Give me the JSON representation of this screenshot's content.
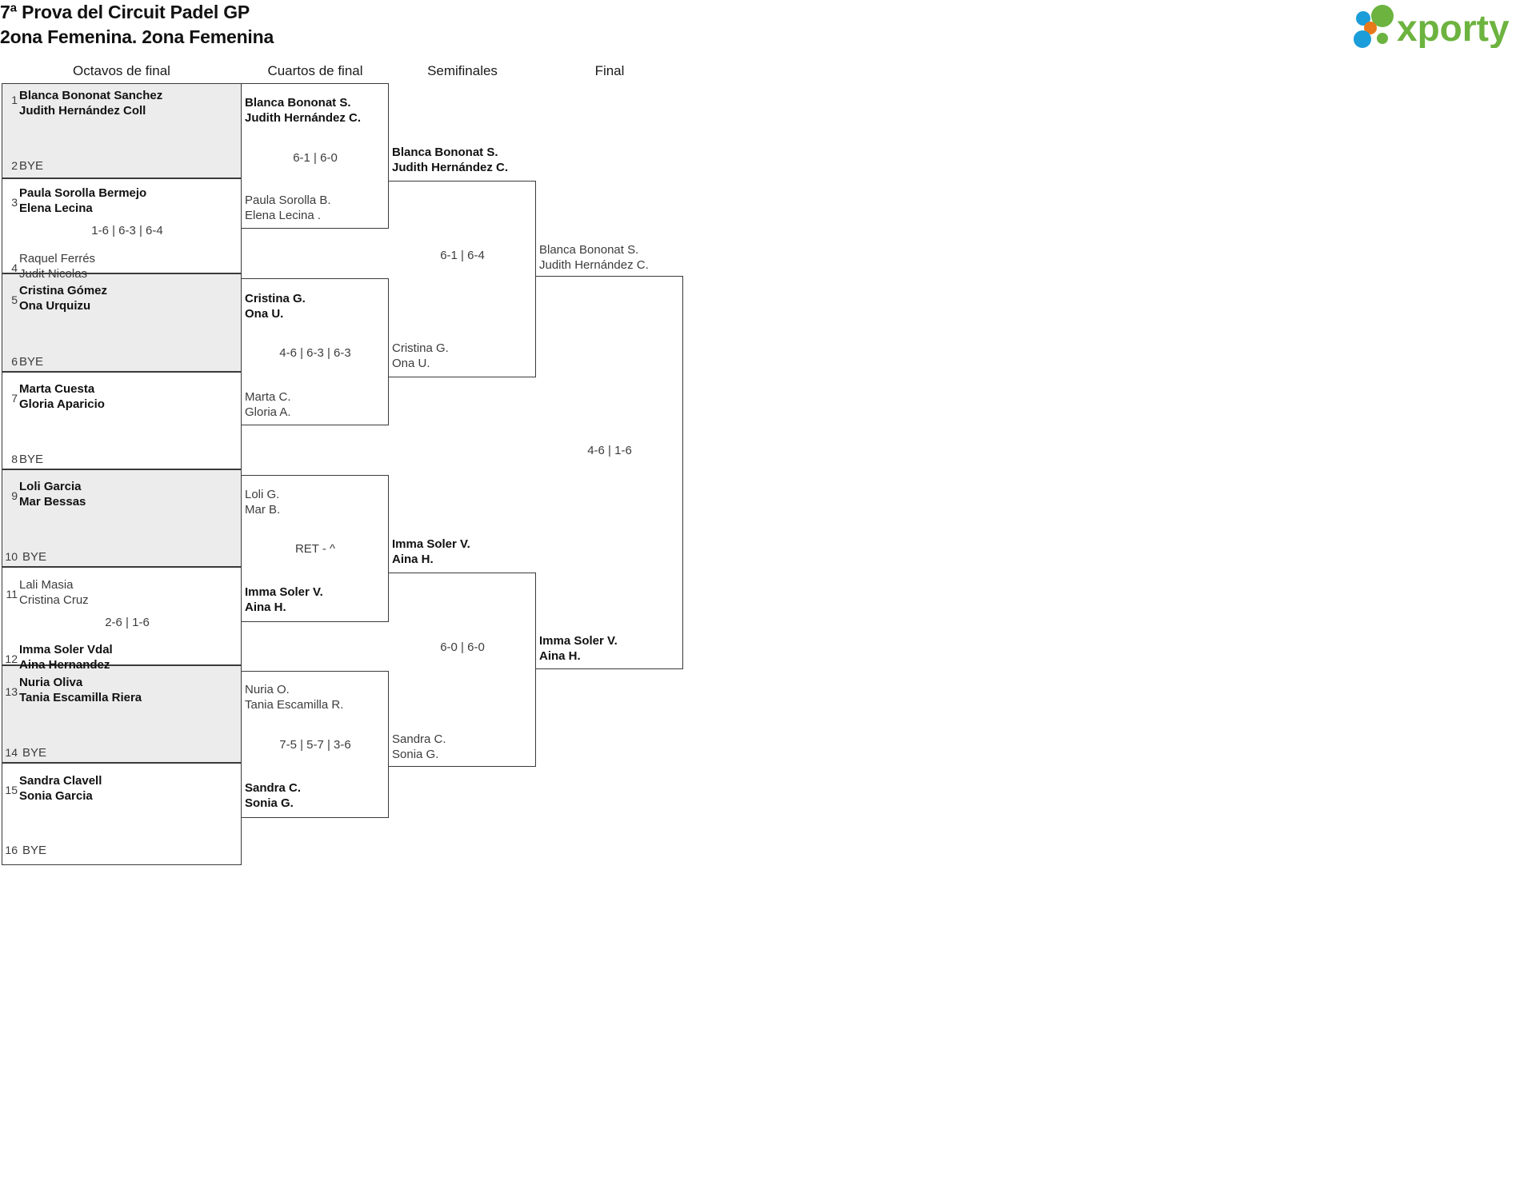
{
  "header": {
    "title_line1": "7ª Prova del Circuit Padel GP",
    "title_line2": "2ona Femenina. 2ona Femenina",
    "logo_text": "xporty",
    "logo_colors": {
      "green": "#6cb33f",
      "blue": "#1b9dd9",
      "orange": "#e8791a"
    }
  },
  "rounds": [
    {
      "label": "Octavos de final"
    },
    {
      "label": "Cuartos de final"
    },
    {
      "label": "Semifinales"
    },
    {
      "label": "Final"
    }
  ],
  "r1": {
    "s1": "1",
    "t1a": "Blanca Bononat Sanchez",
    "t1b": "Judith Hernández Coll",
    "s2": "2",
    "t2": "BYE",
    "s3": "3",
    "t3a": "Paula Sorolla Bermejo",
    "t3b": "Elena Lecina",
    "m34": "1-6 | 6-3 | 6-4",
    "s4": "4",
    "t4a": "Raquel Ferrés",
    "t4b": "Judit Nicolas",
    "s5": "5",
    "t5a": "Cristina Gómez",
    "t5b": "Ona Urquizu",
    "s6": "6",
    "t6": "BYE",
    "s7": "7",
    "t7a": "Marta Cuesta",
    "t7b": "Gloria Aparicio",
    "s8": "8",
    "t8": "BYE",
    "s9": "9",
    "t9a": "Loli Garcia",
    "t9b": "Mar Bessas",
    "s10": "10",
    "t10": "BYE",
    "s11": "11",
    "t11a": "Lali Masia",
    "t11b": "Cristina Cruz",
    "m1112": "2-6 | 1-6",
    "s12": "12",
    "t12a": "Imma Soler Vdal",
    "t12b": "Aina Hernandez",
    "s13": "13",
    "t13a": "Nuria Oliva",
    "t13b": "Tania Escamilla Riera",
    "s14": "14",
    "t14": "BYE",
    "s15": "15",
    "t15a": "Sandra Clavell",
    "t15b": "Sonia Garcia",
    "s16": "16",
    "t16": "BYE"
  },
  "r2": {
    "a_top_a": "Blanca Bononat S.",
    "a_top_b": "Judith Hernández C.",
    "a_score": "6-1 | 6-0",
    "a_bot_a": "Paula Sorolla B.",
    "a_bot_b": "Elena Lecina .",
    "b_top_a": "Cristina G.",
    "b_top_b": "Ona U.",
    "b_score": "4-6 | 6-3 | 6-3",
    "b_bot_a": "Marta C.",
    "b_bot_b": "Gloria A.",
    "c_top_a": "Loli G.",
    "c_top_b": "Mar B.",
    "c_score": "RET - ^",
    "c_bot_a": "Imma Soler V.",
    "c_bot_b": "Aina H.",
    "d_top_a": "Nuria O.",
    "d_top_b": "Tania Escamilla R.",
    "d_score": "7-5 | 5-7 | 3-6",
    "d_bot_a": "Sandra C.",
    "d_bot_b": "Sonia G."
  },
  "r3": {
    "a_top_a": "Blanca Bononat S.",
    "a_top_b": "Judith Hernández C.",
    "a_score": "6-1 | 6-4",
    "a_bot_a": "Cristina G.",
    "a_bot_b": "Ona U.",
    "b_top_a": "Imma Soler V.",
    "b_top_b": "Aina H.",
    "b_score": "6-0 | 6-0",
    "b_bot_a": "Sandra C.",
    "b_bot_b": "Sonia G."
  },
  "r4": {
    "top_a": "Blanca Bononat S.",
    "top_b": "Judith Hernández C.",
    "score": "4-6 | 1-6",
    "bot_a": "Imma Soler V.",
    "bot_b": "Aina H."
  }
}
